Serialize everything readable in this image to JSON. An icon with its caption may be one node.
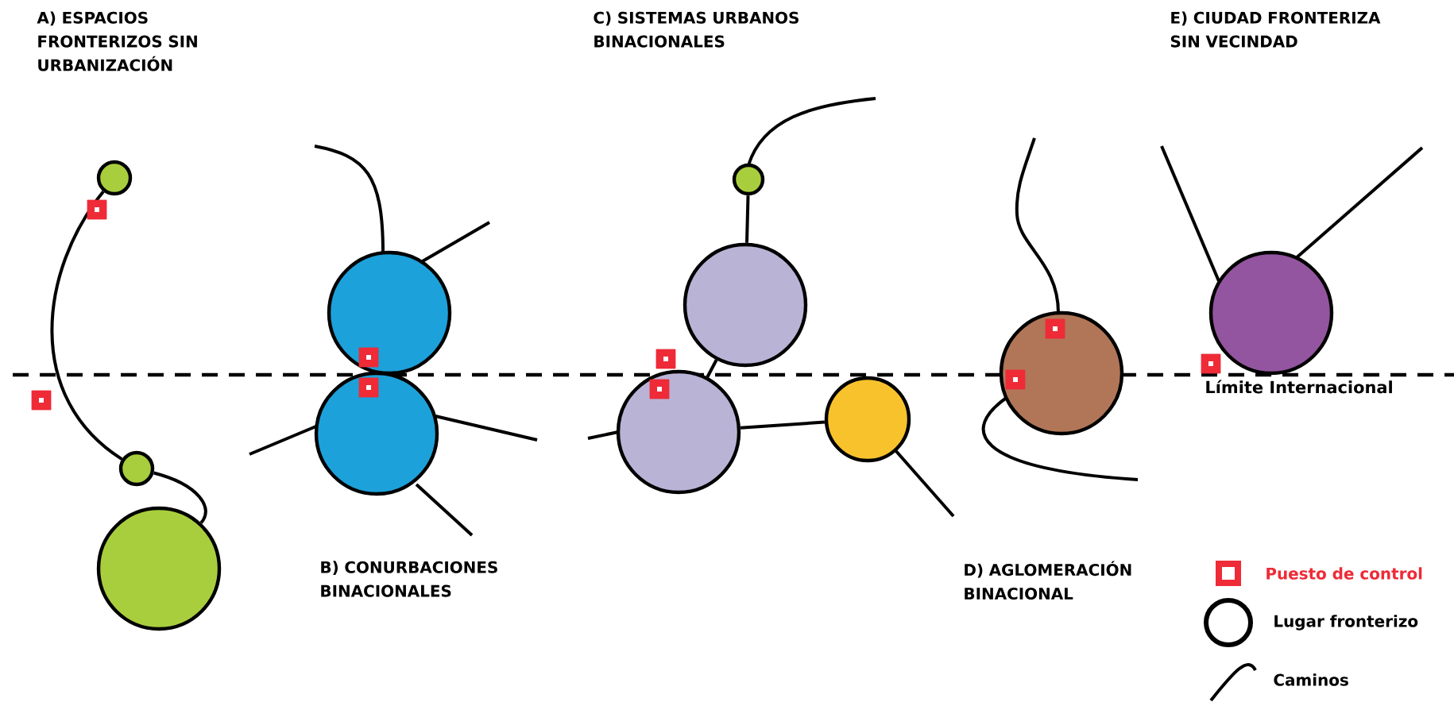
{
  "diagram": {
    "nodes": [
      {
        "text": [],
        "shape": "circle"
      },
      {
        "text": [],
        "shape": "circle"
      },
      {
        "text": [],
        "shape": "circle"
      },
      {
        "text": [],
        "shape": "circle"
      },
      {
        "text": [],
        "shape": "circle"
      },
      {
        "text": [],
        "shape": "circle"
      },
      {
        "text": [],
        "shape": "circle"
      },
      {
        "text": [],
        "shape": "circle"
      },
      {
        "text": [],
        "shape": "circle"
      },
      {
        "text": [],
        "shape": "circle"
      },
      {
        "text": [],
        "shape": "circle"
      }
    ],
    "edges": [
      {
        "from": 0,
        "to": 1,
        "arrow": "none"
      },
      {
        "from": 1,
        "to": 2,
        "arrow": "none"
      },
      {
        "from": 5,
        "to": 6,
        "arrow": "none"
      },
      {
        "from": 6,
        "to": 7,
        "arrow": "none"
      },
      {
        "from": 7,
        "to": 8,
        "arrow": "none"
      }
    ],
    "labels": [
      "A) ESPACIOS FRONTERIZOS SIN URBANIZACIÓN",
      "C) SISTEMAS URBANOS BINACIONALES",
      "E) CIUDAD FRONTERIZA SIN VECINDAD",
      "Límite Internacional",
      "B) CONURBACIONES BINACIONALES",
      "D) AGLOMERACIÓN BINACIONAL"
    ],
    "legend": [
      {
        "text": "Puesto de control"
      },
      {
        "text": "Lugar fronterizo"
      },
      {
        "text": "Caminos"
      }
    ]
  }
}
